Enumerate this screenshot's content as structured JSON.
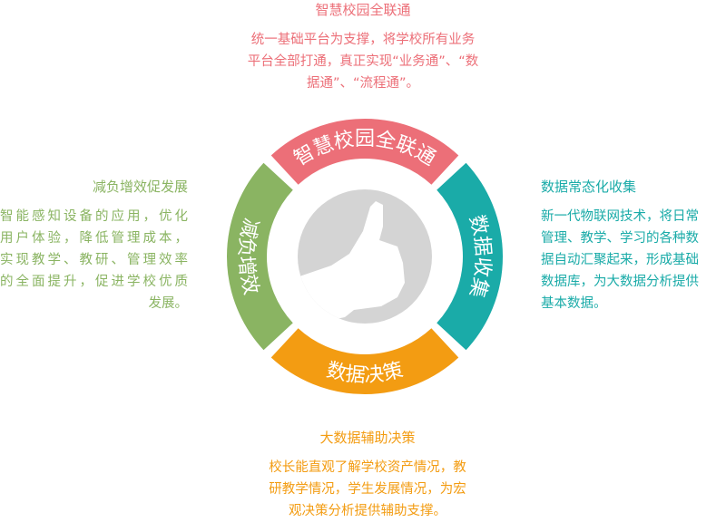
{
  "colors": {
    "pink": "#ec6f78",
    "teal": "#1aaba8",
    "orange": "#f39c12",
    "green": "#8ab462",
    "center": "#d4d4d4"
  },
  "ring": {
    "top": "智慧校园全联通",
    "right": "数据收集",
    "bottom": "数据决策",
    "left": "减负增效",
    "center_icon": "thumbs-up-icon"
  },
  "top_block": {
    "title": "智慧校园全联通",
    "lines": [
      "统一基础平台为支撑，将学校所有业务",
      "平台全部打通，真正实现“业务通”、“数",
      "据通”、“流程通”。"
    ]
  },
  "right_block": {
    "title": "数据常态化收集",
    "lines": [
      "新一代物联网技术，将日常",
      "管理、教学、学习的各种数",
      "据自动汇聚起来，形成基础",
      "数据库，为大数据分析提供",
      "基本数据。"
    ]
  },
  "bottom_block": {
    "title": "大数据辅助决策",
    "lines": [
      "校长能直观了解学校资产情况，教",
      "研教学情况，学生发展情况，为宏",
      "观决策分析提供辅助支撑。"
    ]
  },
  "left_block": {
    "title": "减负增效促发展",
    "lines": [
      "智能感知设备的应用，优化",
      "用户体验，降低管理成本，",
      "实现教学、教研、管理效率",
      "的全面提升，促进学校优质",
      "发展。"
    ]
  }
}
